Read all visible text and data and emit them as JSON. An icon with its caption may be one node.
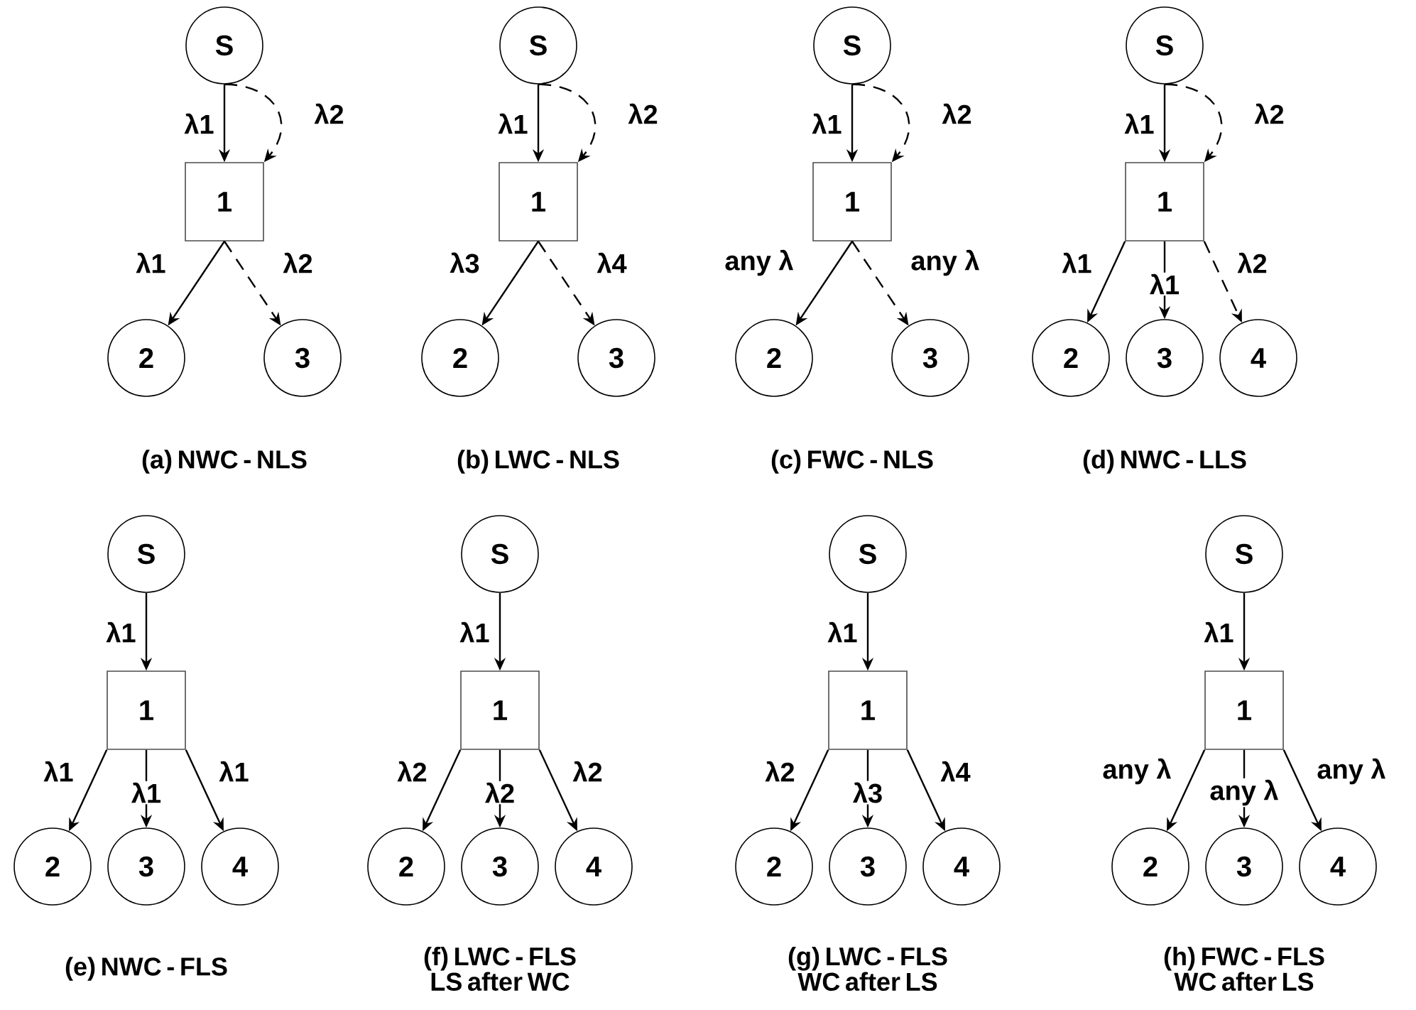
{
  "diagram": {
    "nodes": [
      {
        "text": [
          "S"
        ]
      },
      {
        "text": [
          "1"
        ]
      },
      {
        "text": [
          "2"
        ]
      },
      {
        "text": [
          "3"
        ]
      },
      {
        "text": [
          "S"
        ]
      },
      {
        "text": [
          "1"
        ]
      },
      {
        "text": [
          "2"
        ]
      },
      {
        "text": [
          "3"
        ]
      },
      {
        "text": [
          "S"
        ]
      },
      {
        "text": [
          "1"
        ]
      },
      {
        "text": [
          "2"
        ]
      },
      {
        "text": [
          "3"
        ]
      },
      {
        "text": [
          "S"
        ]
      },
      {
        "text": [
          "1"
        ]
      },
      {
        "text": [
          "2"
        ]
      },
      {
        "text": [
          "3"
        ]
      },
      {
        "text": [
          "4"
        ]
      },
      {
        "text": [
          "S"
        ]
      },
      {
        "text": [
          "1"
        ]
      },
      {
        "text": [
          "2"
        ]
      },
      {
        "text": [
          "3"
        ]
      },
      {
        "text": [
          "4"
        ]
      },
      {
        "text": [
          "S"
        ]
      },
      {
        "text": [
          "1"
        ]
      },
      {
        "text": [
          "2"
        ]
      },
      {
        "text": [
          "3"
        ]
      },
      {
        "text": [
          "4"
        ]
      },
      {
        "text": [
          "S"
        ]
      },
      {
        "text": [
          "1"
        ]
      },
      {
        "text": [
          "2"
        ]
      },
      {
        "text": [
          "3"
        ]
      },
      {
        "text": [
          "4"
        ]
      },
      {
        "text": [
          "S"
        ]
      },
      {
        "text": [
          "1"
        ]
      },
      {
        "text": [
          "2"
        ]
      },
      {
        "text": [
          "3"
        ]
      },
      {
        "text": [
          "4"
        ]
      }
    ],
    "edges": [
      {
        "from": 0,
        "to": 1,
        "arrow": "to",
        "label": "λ1"
      },
      {
        "from": 0,
        "to": 1,
        "arrow": "to",
        "label": "λ2",
        "style": "dashed"
      },
      {
        "from": 1,
        "to": 2,
        "arrow": "to",
        "label": "λ1"
      },
      {
        "from": 1,
        "to": 3,
        "arrow": "to",
        "label": "λ2",
        "style": "dashed"
      },
      {
        "from": 4,
        "to": 5,
        "arrow": "to",
        "label": "λ1"
      },
      {
        "from": 4,
        "to": 5,
        "arrow": "to",
        "label": "λ2",
        "style": "dashed"
      },
      {
        "from": 5,
        "to": 6,
        "arrow": "to",
        "label": "λ3"
      },
      {
        "from": 5,
        "to": 7,
        "arrow": "to",
        "label": "λ4",
        "style": "dashed"
      },
      {
        "from": 8,
        "to": 9,
        "arrow": "to",
        "label": "λ1"
      },
      {
        "from": 8,
        "to": 9,
        "arrow": "to",
        "label": "λ2",
        "style": "dashed"
      },
      {
        "from": 9,
        "to": 10,
        "arrow": "to",
        "label": "any λ"
      },
      {
        "from": 9,
        "to": 11,
        "arrow": "to",
        "label": "any λ",
        "style": "dashed"
      },
      {
        "from": 12,
        "to": 13,
        "arrow": "to",
        "label": "λ1"
      },
      {
        "from": 12,
        "to": 13,
        "arrow": "to",
        "label": "λ2",
        "style": "dashed"
      },
      {
        "from": 13,
        "to": 14,
        "arrow": "to",
        "label": "λ1"
      },
      {
        "from": 13,
        "to": 15,
        "arrow": "to",
        "label": "λ1"
      },
      {
        "from": 13,
        "to": 16,
        "arrow": "to",
        "label": "λ2",
        "style": "dashed"
      },
      {
        "from": 17,
        "to": 18,
        "arrow": "to",
        "label": "λ1"
      },
      {
        "from": 18,
        "to": 19,
        "arrow": "to",
        "label": "λ1"
      },
      {
        "from": 18,
        "to": 20,
        "arrow": "to",
        "label": "λ1"
      },
      {
        "from": 18,
        "to": 21,
        "arrow": "to",
        "label": "λ1"
      },
      {
        "from": 22,
        "to": 23,
        "arrow": "to",
        "label": "λ1"
      },
      {
        "from": 23,
        "to": 24,
        "arrow": "to",
        "label": "λ2"
      },
      {
        "from": 23,
        "to": 25,
        "arrow": "to",
        "label": "λ2"
      },
      {
        "from": 23,
        "to": 26,
        "arrow": "to",
        "label": "λ2"
      },
      {
        "from": 27,
        "to": 28,
        "arrow": "to",
        "label": "λ1"
      },
      {
        "from": 28,
        "to": 29,
        "arrow": "to",
        "label": "λ2"
      },
      {
        "from": 28,
        "to": 30,
        "arrow": "to",
        "label": "λ3"
      },
      {
        "from": 28,
        "to": 31,
        "arrow": "to",
        "label": "λ4"
      },
      {
        "from": 32,
        "to": 33,
        "arrow": "to",
        "label": "λ1"
      },
      {
        "from": 33,
        "to": 34,
        "arrow": "to",
        "label": "any λ"
      },
      {
        "from": 33,
        "to": 35,
        "arrow": "to",
        "label": "any λ"
      },
      {
        "from": 33,
        "to": 36,
        "arrow": "to",
        "label": "any λ"
      }
    ],
    "labels": [
      "(a) NWC - NLS",
      "(b) LWC - NLS",
      "(c) FWC - NLS",
      "(d) NWC - LLS",
      "(e) NWC - FLS",
      "(f) LWC - FLS LS after WC",
      "(g) LWC - FLS WC after LS",
      "(h) FWC - FLS WC after LS"
    ]
  }
}
